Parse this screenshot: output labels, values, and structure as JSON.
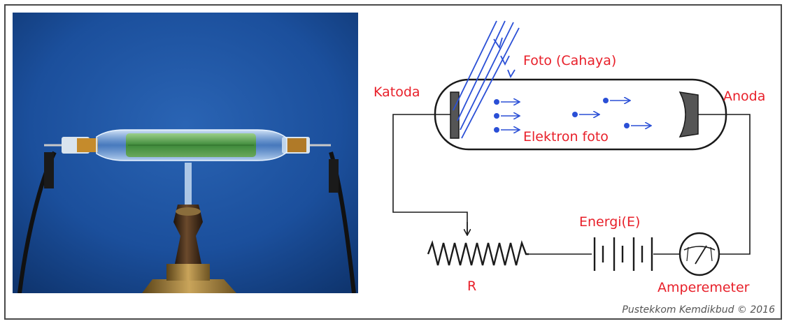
{
  "diagram": {
    "labels": {
      "photon": "Foto (Cahaya)",
      "cathode": "Katoda",
      "anode": "Anoda",
      "photoelectron": "Elektron foto",
      "resistor": "R",
      "energy": "Energi(E)",
      "ammeter": "Amperemeter"
    }
  },
  "credit": "Pustekkom Kemdikbud © 2016",
  "colors": {
    "label": "#e8202a",
    "arrows": "#2a4fd6",
    "wire": "#1a1a1a",
    "electrode": "#555555",
    "photo_background": "#1d4f9b"
  },
  "icons": [
    "photo-tube-photograph",
    "ammeter-icon",
    "battery-icon",
    "resistor-icon",
    "cathode-plate-icon",
    "anode-cup-icon"
  ]
}
